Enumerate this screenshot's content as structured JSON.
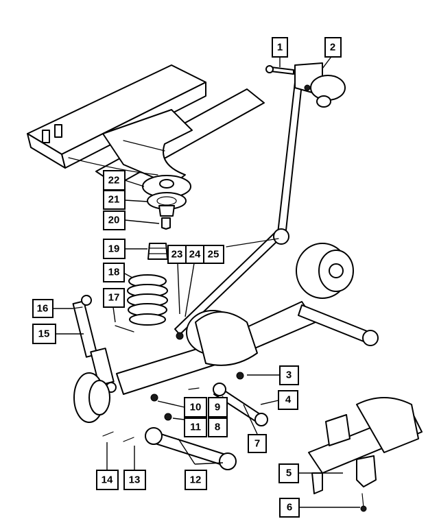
{
  "callouts": [
    {
      "id": "c1",
      "label": "1"
    },
    {
      "id": "c2",
      "label": "2"
    },
    {
      "id": "c3",
      "label": "3"
    },
    {
      "id": "c4",
      "label": "4"
    },
    {
      "id": "c5",
      "label": "5"
    },
    {
      "id": "c6",
      "label": "6"
    },
    {
      "id": "c7",
      "label": "7"
    },
    {
      "id": "c8",
      "label": "8"
    },
    {
      "id": "c9",
      "label": "9"
    },
    {
      "id": "c10",
      "label": "10"
    },
    {
      "id": "c11",
      "label": "11"
    },
    {
      "id": "c12",
      "label": "12"
    },
    {
      "id": "c13",
      "label": "13"
    },
    {
      "id": "c14",
      "label": "14"
    },
    {
      "id": "c15",
      "label": "15"
    },
    {
      "id": "c16",
      "label": "16"
    },
    {
      "id": "c17",
      "label": "17"
    },
    {
      "id": "c18",
      "label": "18"
    },
    {
      "id": "c19",
      "label": "19"
    },
    {
      "id": "c20",
      "label": "20"
    },
    {
      "id": "c21",
      "label": "21"
    },
    {
      "id": "c22",
      "label": "22"
    },
    {
      "id": "c23",
      "label": "23"
    },
    {
      "id": "c24",
      "label": "24"
    },
    {
      "id": "c25",
      "label": "25"
    }
  ],
  "colors": {
    "line": "#000000",
    "background": "#ffffff"
  }
}
